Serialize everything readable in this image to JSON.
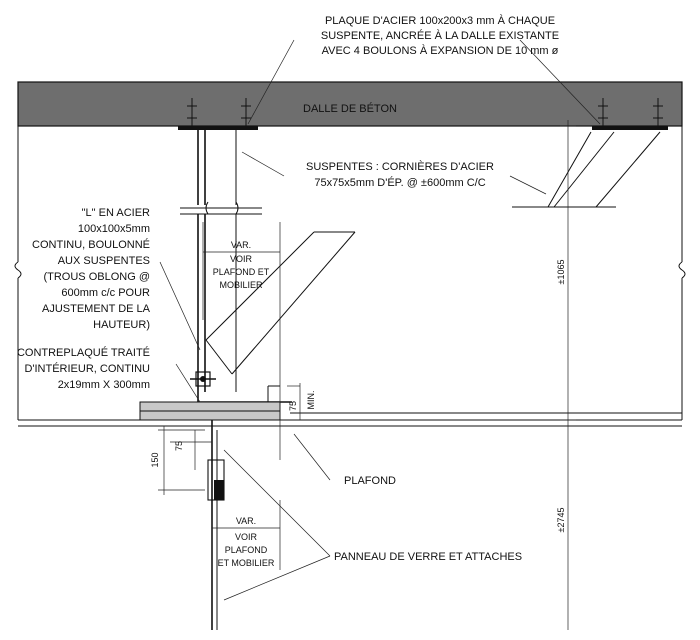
{
  "labels": {
    "plate_note": [
      "PLAQUE D'ACIER 100x200x3 mm À CHAQUE",
      "SUSPENTE, ANCRÉE À LA DALLE EXISTANTE",
      "AVEC 4 BOULONS À EXPANSION DE 10 mm ø"
    ],
    "slab": "DALLE DE BÉTON",
    "hangers_note": [
      "SUSPENTES : CORNIÈRES D'ACIER",
      "75x75x5mm D'ÉP. @ ±600mm C/C"
    ],
    "angle_note": [
      "\"L\" EN ACIER",
      "100x100x5mm",
      "CONTINU, BOULONNÉ",
      "AUX SUSPENTES",
      "(TROUS OBLONG @",
      "600mm c/c POUR",
      "AJUSTEMENT DE LA",
      "HAUTEUR)"
    ],
    "plywood_note": [
      "CONTREPLAQUÉ TRAITÉ",
      "D'INTÉRIEUR, CONTINU",
      "2x19mm X 300mm"
    ],
    "var_upper": "VAR.",
    "voir_upper": [
      "VOIR",
      "PLAFOND ET",
      "MOBILIER"
    ],
    "var_lower": "VAR.",
    "voir_lower": [
      "VOIR",
      "PLAFOND",
      "ET MOBILIER"
    ],
    "ceiling": "PLAFOND",
    "glass_panel": "PANNEAU DE VERRE ET ATTACHES",
    "dim_75_vertical": "75",
    "dim_min": "MIN.",
    "dim_75_horizontal": "75",
    "dim_150": "150",
    "dim_1065": "±1065",
    "dim_2745": "±2745"
  },
  "colors": {
    "slab_fill": "#6e6e6e",
    "line": "#111111",
    "plywood_fill": "#c8c8c8"
  }
}
